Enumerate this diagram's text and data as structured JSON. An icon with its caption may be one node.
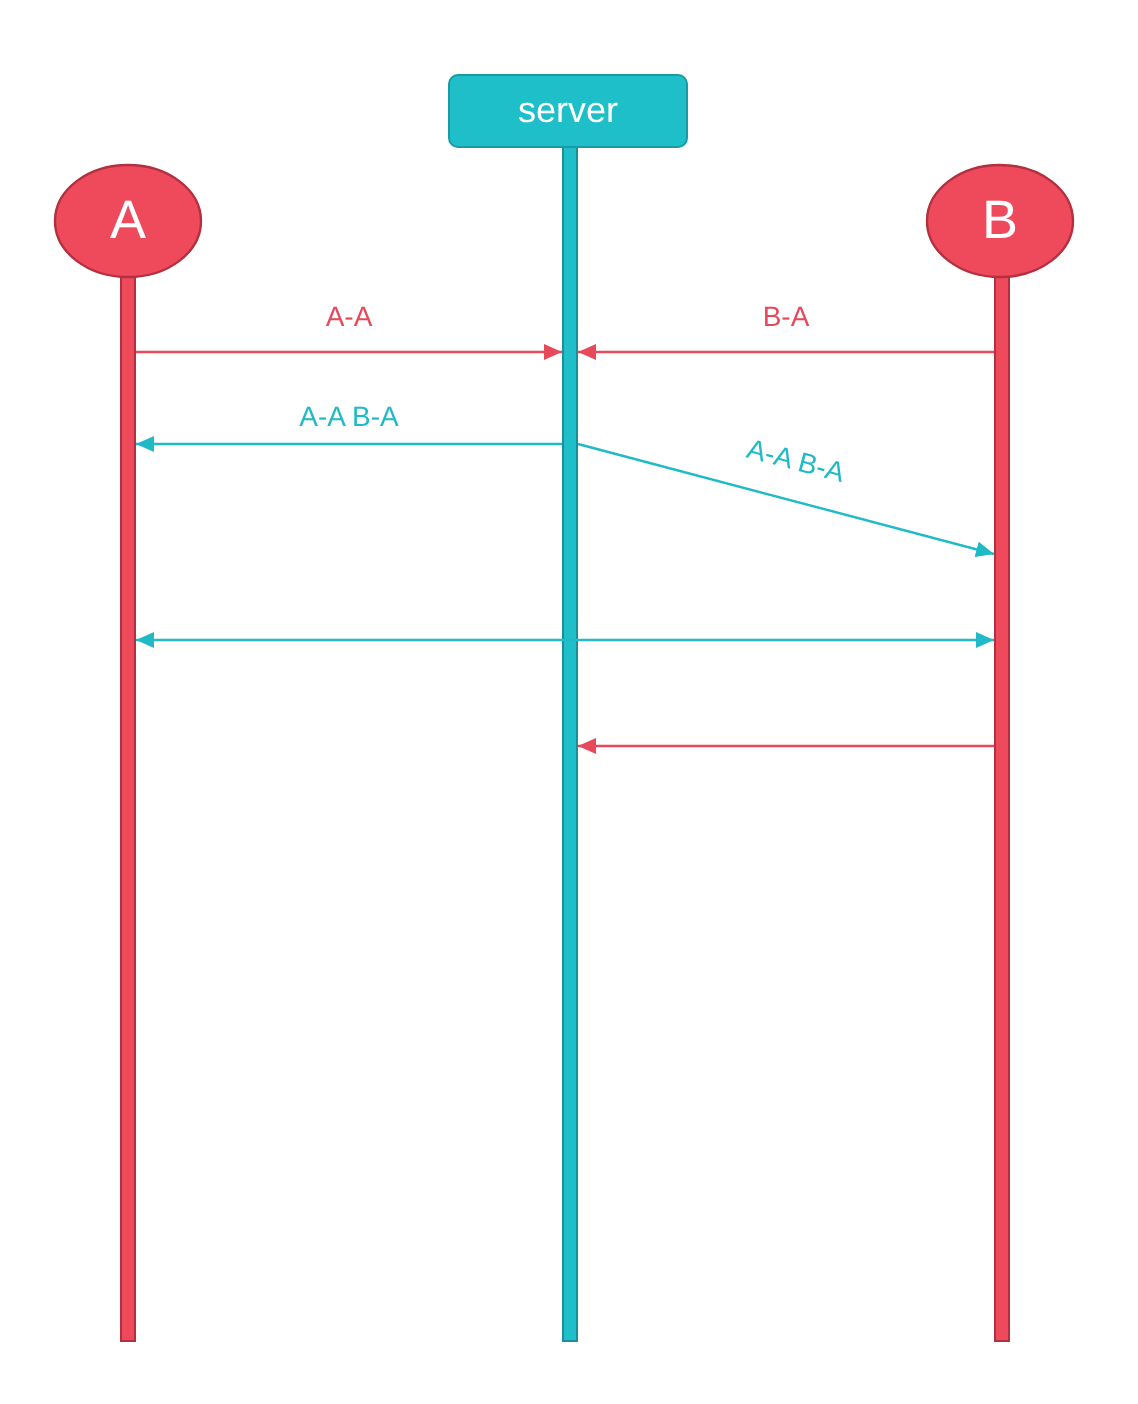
{
  "diagram": {
    "nodes": [
      {
        "text": [
          "server"
        ]
      },
      {
        "text": [
          "A"
        ]
      },
      {
        "text": [
          "B"
        ]
      },
      {
        "text": [],
        "shape": "bar"
      },
      {
        "text": [],
        "shape": "bar"
      },
      {
        "text": [],
        "shape": "bar"
      }
    ],
    "edges": [
      {
        "from": 3,
        "to": 4,
        "arrow": "to",
        "label": "A-A",
        "color": "#e5495a"
      },
      {
        "from": 5,
        "to": 4,
        "arrow": "to",
        "label": "B-A",
        "color": "#e5495a"
      },
      {
        "from": 4,
        "to": 3,
        "arrow": "to",
        "label": "A-A B-A",
        "color": "#1fbac6"
      },
      {
        "from": 4,
        "to": 5,
        "arrow": "to",
        "label": "A-A B-A",
        "color": "#1fbac6"
      },
      {
        "from": 3,
        "to": 5,
        "arrow": "both",
        "color": "#1fbac6"
      },
      {
        "from": 5,
        "to": 4,
        "arrow": "to",
        "color": "#e5495a"
      }
    ]
  }
}
